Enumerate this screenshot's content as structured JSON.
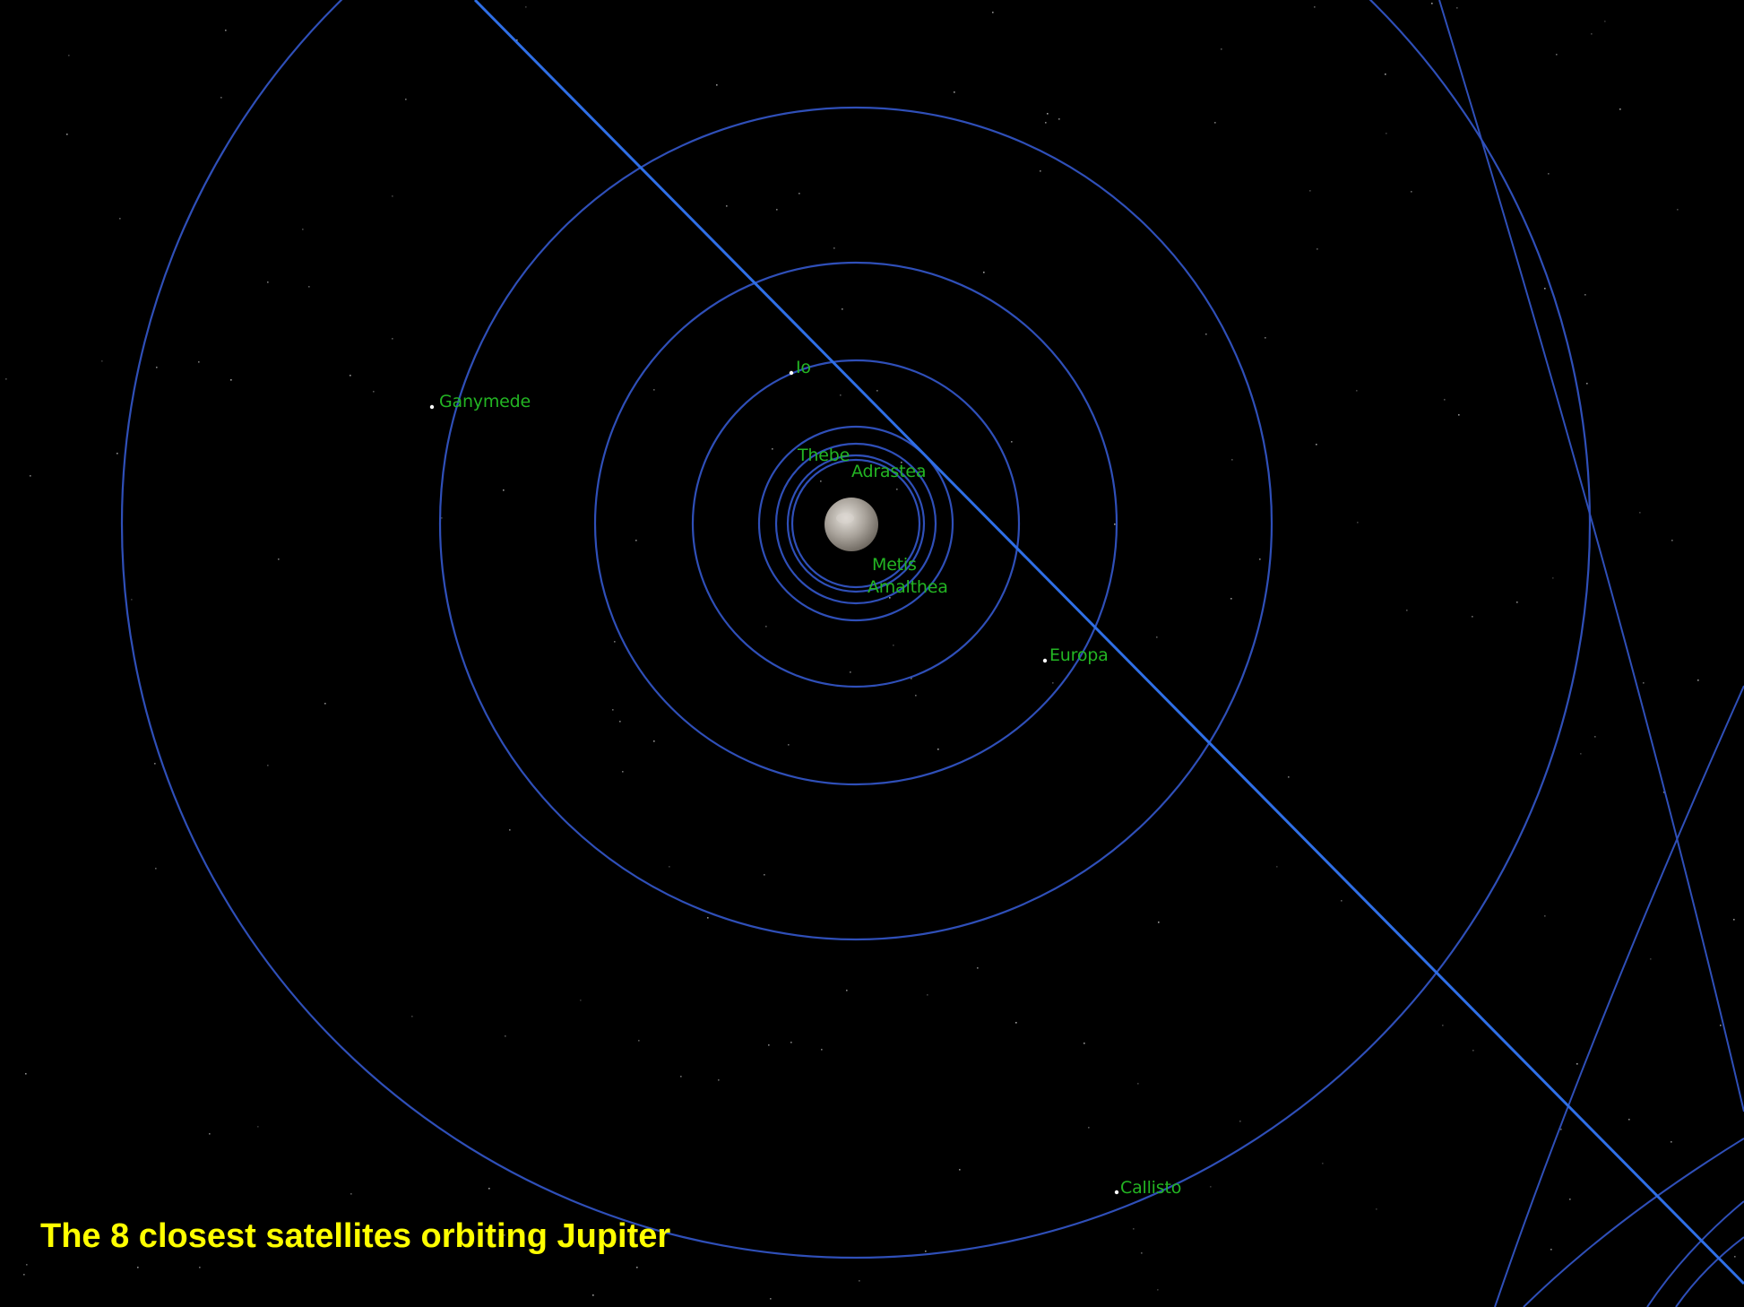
{
  "caption": {
    "text": "The 8 closest satellites orbiting Jupiter"
  },
  "planet": {
    "name": "Jupiter",
    "icon": "jupiter-planet-icon",
    "color": "#b8b2aa"
  },
  "moons": [
    {
      "id": "io",
      "name": "Io"
    },
    {
      "id": "ganymede",
      "name": "Ganymede"
    },
    {
      "id": "thebe",
      "name": "Thebe"
    },
    {
      "id": "adrastea",
      "name": "Adrastea"
    },
    {
      "id": "metis",
      "name": "Metis"
    },
    {
      "id": "amalthea",
      "name": "Amalthea"
    },
    {
      "id": "europa",
      "name": "Europa"
    },
    {
      "id": "callisto",
      "name": "Callisto"
    }
  ],
  "colors": {
    "background": "#000000",
    "orbit": "#2f4fb8",
    "ecliptic_line": "#2f6fe6",
    "moon_label": "#23b523",
    "moon_marker": "#ffffff",
    "caption": "#ffff00",
    "stars": "#c8c8c8"
  }
}
